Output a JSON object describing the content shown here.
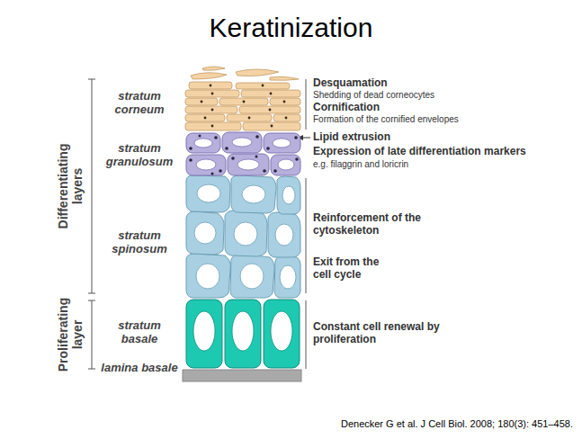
{
  "diagram": {
    "title": "Keratinization",
    "caption": "Denecker G et al. J Cell Biol. 2008; 180(3): 451–458.",
    "labels": [
      "Differentiating layers",
      "Proliferating layer",
      "stratum corneum",
      "stratum granulosum",
      "stratum spinosum",
      "stratum basale",
      "lamina basale",
      "Desquamation",
      "Shedding of dead corneocytes",
      "Cornification",
      "Formation of the cornified envelopes",
      "Lipid extrusion",
      "Expression of late differentiation markers",
      "e.g. filaggrin and loricrin",
      "Reinforcement of the cytoskeleton",
      "Exit from the cell cycle",
      "Constant cell renewal by proliferation"
    ]
  }
}
